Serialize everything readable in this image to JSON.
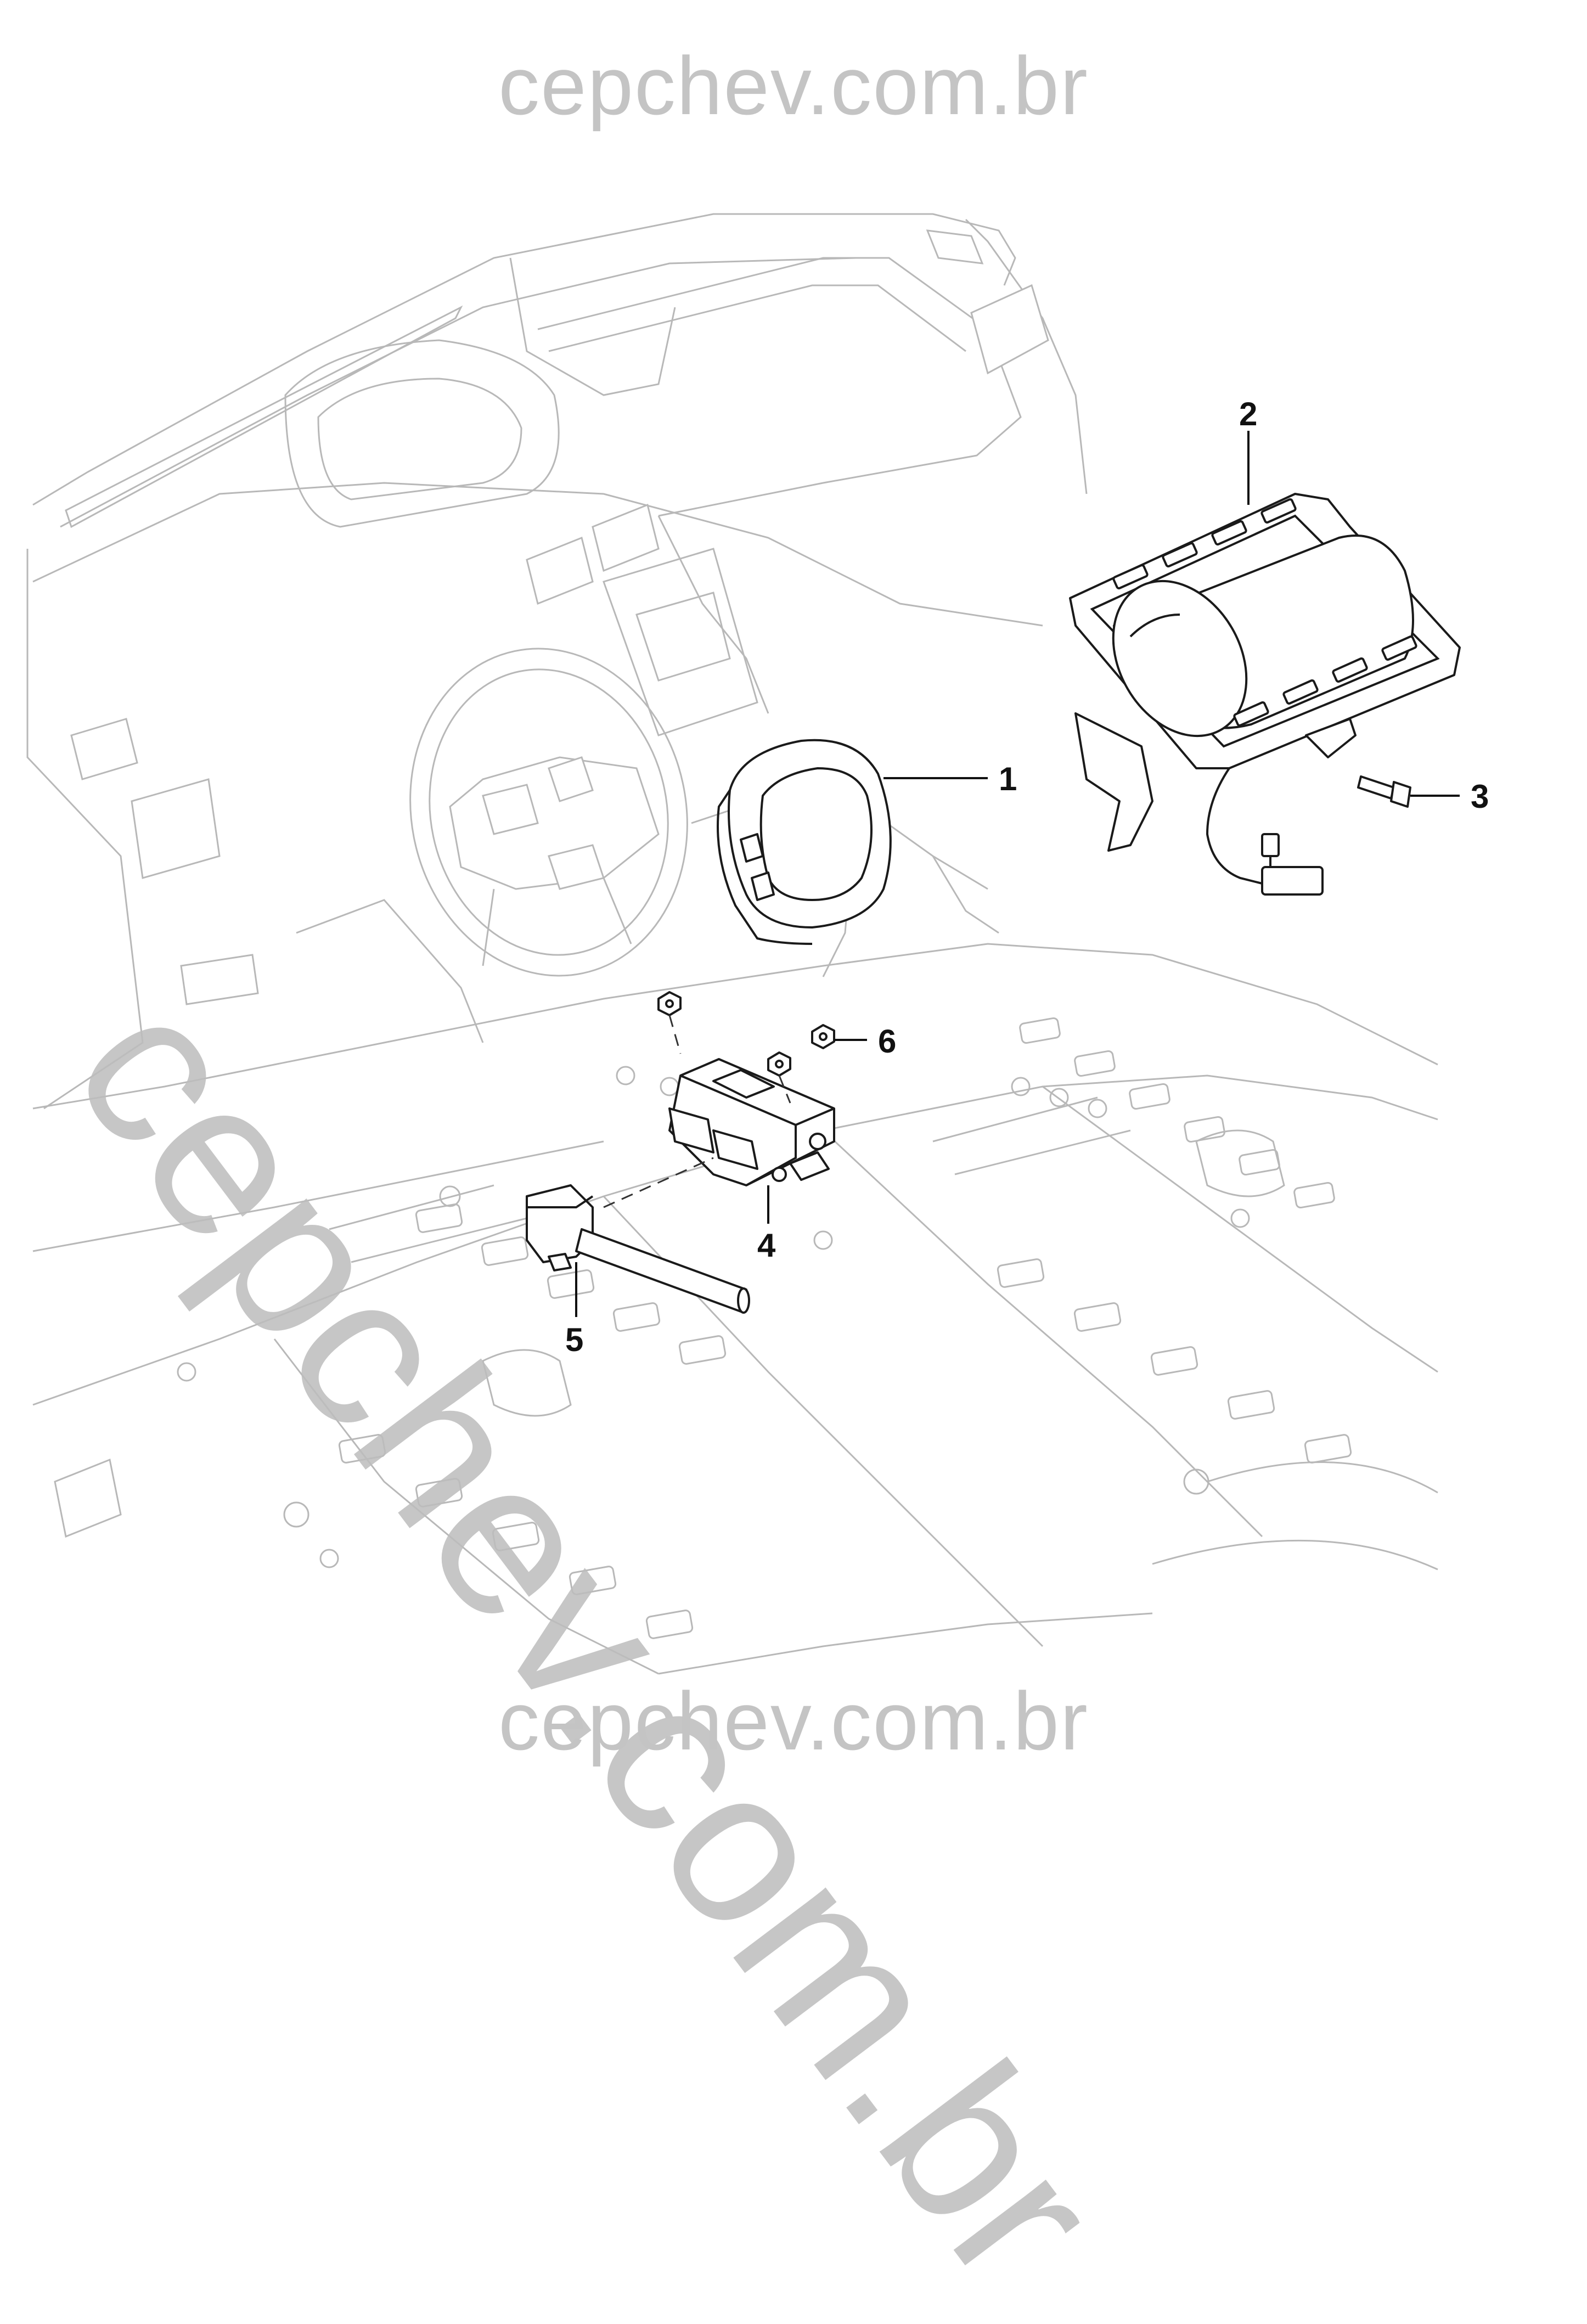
{
  "watermark": {
    "top_text": "cepchev.com.br",
    "bottom_text": "cepchev.com.br",
    "diagonal_text": "cepchev.com.br",
    "color": "#c4c4c4"
  },
  "callouts": {
    "c1": "1",
    "c2": "2",
    "c3": "3",
    "c4": "4",
    "c5": "5",
    "c6": "6"
  },
  "colors": {
    "line_art": "#b8b8b8",
    "parts": "#1a1a1a"
  }
}
